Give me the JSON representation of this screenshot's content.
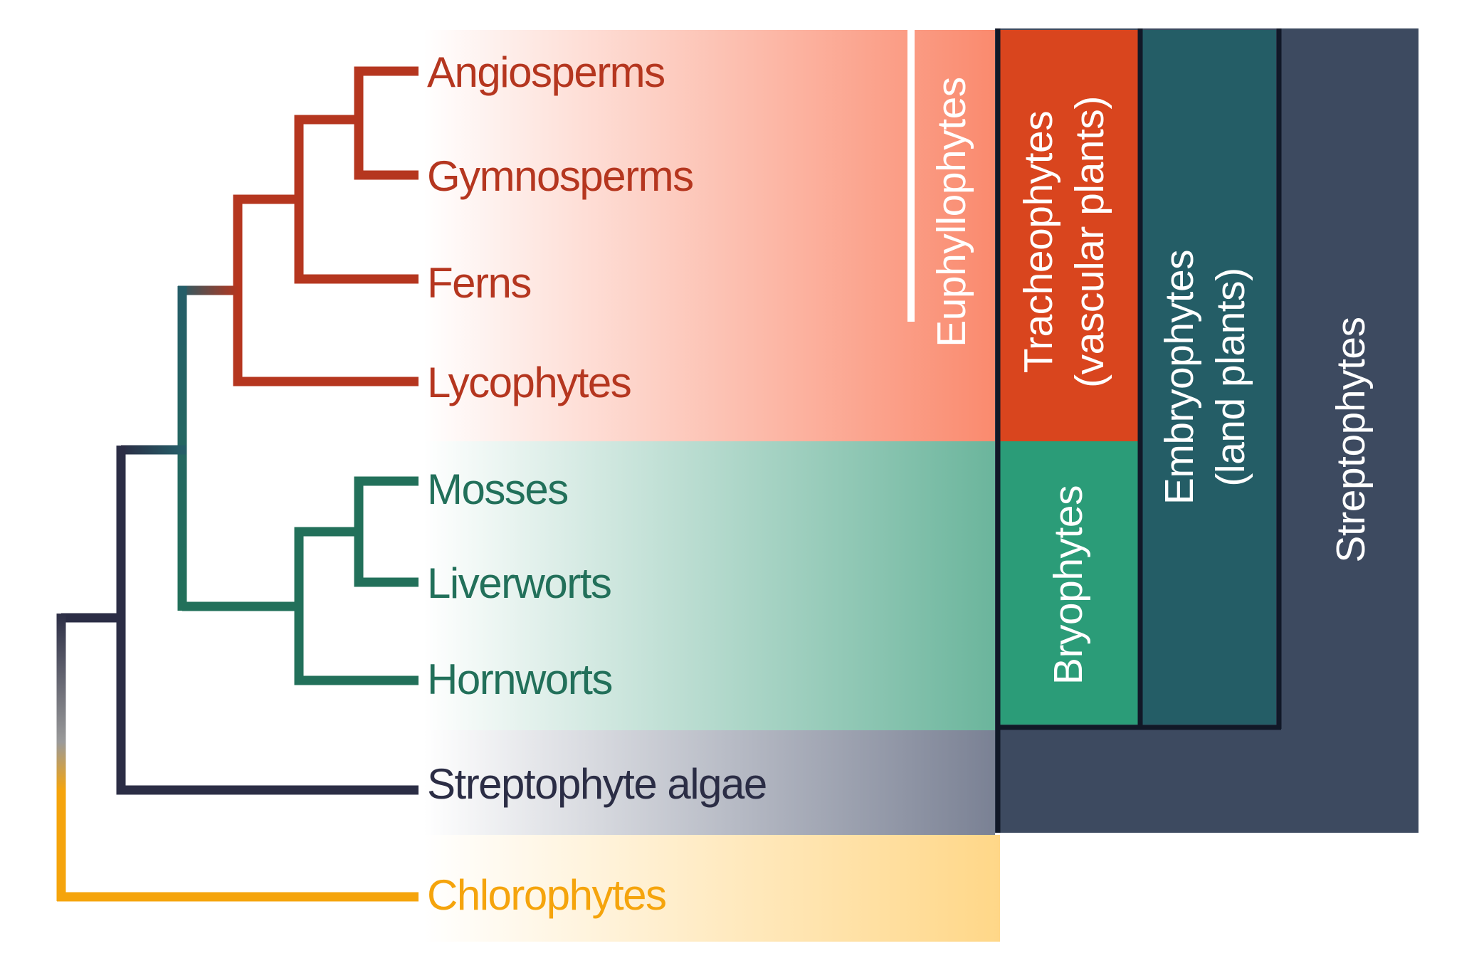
{
  "taxa": {
    "angiosperms": "Angiosperms",
    "gymnosperms": "Gymnosperms",
    "ferns": "Ferns",
    "lycophytes": "Lycophytes",
    "mosses": "Mosses",
    "liverworts": "Liverworts",
    "hornworts": "Hornworts",
    "streptophyte_algae": "Streptophyte algae",
    "chlorophytes": "Chlorophytes"
  },
  "groups": {
    "euphyllophytes": "Euphyllophytes",
    "tracheophytes": "Tracheophytes",
    "tracheophytes_sub": "(vascular plants)",
    "bryophytes": "Bryophytes",
    "embryophytes": "Embryophytes",
    "embryophytes_sub": "(land plants)",
    "streptophytes": "Streptophytes"
  },
  "colors": {
    "vascular": "#b5361f",
    "bryophyte": "#22705a",
    "algae": "#2b2d45",
    "chlorophyte": "#f5a40c",
    "tracheophyte_box": "#d9451e",
    "bryophyte_box": "#2b9c78",
    "embryophyte_box": "#245d66",
    "streptophyte_box": "#3d4a60"
  }
}
